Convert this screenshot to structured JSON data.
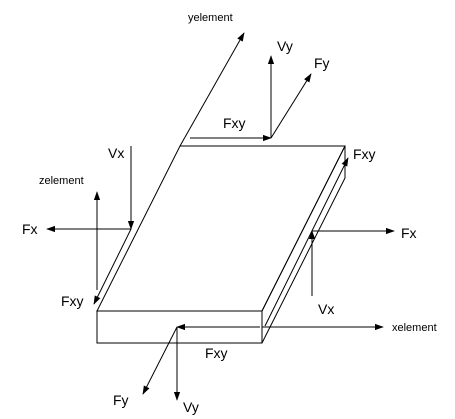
{
  "labels": {
    "y_element": "yelement",
    "z_element": "zelement",
    "x_element": "xelement",
    "vy_top": "Vy",
    "fy_top": "Fy",
    "fxy_top": "Fxy",
    "fxy_right": "Fxy",
    "vx_left": "Vx",
    "fx_left": "Fx",
    "fx_right": "Fx",
    "fxy_left": "Fxy",
    "vx_right": "Vx",
    "fxy_bottom": "Fxy",
    "fy_bottom": "Fy",
    "vy_bottom": "Vy"
  }
}
